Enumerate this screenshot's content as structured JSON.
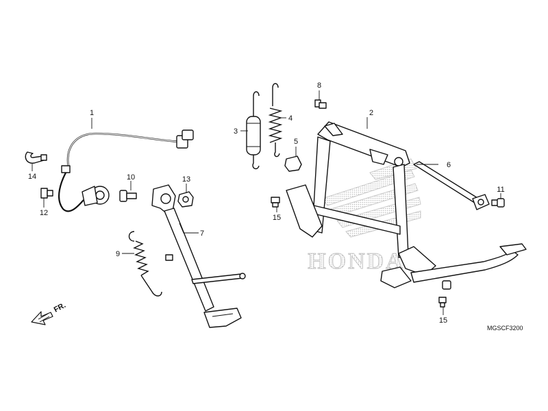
{
  "callouts": [
    {
      "id": "c1",
      "label": "1"
    },
    {
      "id": "c2",
      "label": "2"
    },
    {
      "id": "c3",
      "label": "3"
    },
    {
      "id": "c4",
      "label": "4"
    },
    {
      "id": "c5",
      "label": "5"
    },
    {
      "id": "c6",
      "label": "6"
    },
    {
      "id": "c7",
      "label": "7"
    },
    {
      "id": "c8",
      "label": "8"
    },
    {
      "id": "c9",
      "label": "9"
    },
    {
      "id": "c10",
      "label": "10"
    },
    {
      "id": "c11",
      "label": "11"
    },
    {
      "id": "c12",
      "label": "12"
    },
    {
      "id": "c13",
      "label": "13"
    },
    {
      "id": "c14",
      "label": "14"
    },
    {
      "id": "c15a",
      "label": "15"
    },
    {
      "id": "c15b",
      "label": "15"
    }
  ],
  "direction_label": "FR.",
  "diagram_code": "MGSCF3200",
  "watermark_text": "HONDA"
}
